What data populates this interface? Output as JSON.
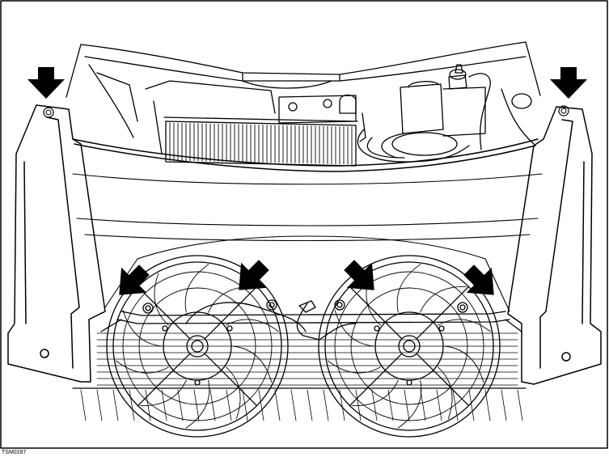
{
  "figure": {
    "reference_code": "TSM0287",
    "colors": {
      "line": "#000000",
      "background": "#ffffff",
      "arrow": "#000000"
    },
    "callouts": [
      {
        "name": "arrow-top-left",
        "direction": "down"
      },
      {
        "name": "arrow-top-right",
        "direction": "down"
      },
      {
        "name": "arrow-lower-1",
        "direction": "down-left"
      },
      {
        "name": "arrow-lower-2",
        "direction": "down-left"
      },
      {
        "name": "arrow-lower-3",
        "direction": "down-right"
      },
      {
        "name": "arrow-lower-4",
        "direction": "down-right"
      }
    ]
  }
}
